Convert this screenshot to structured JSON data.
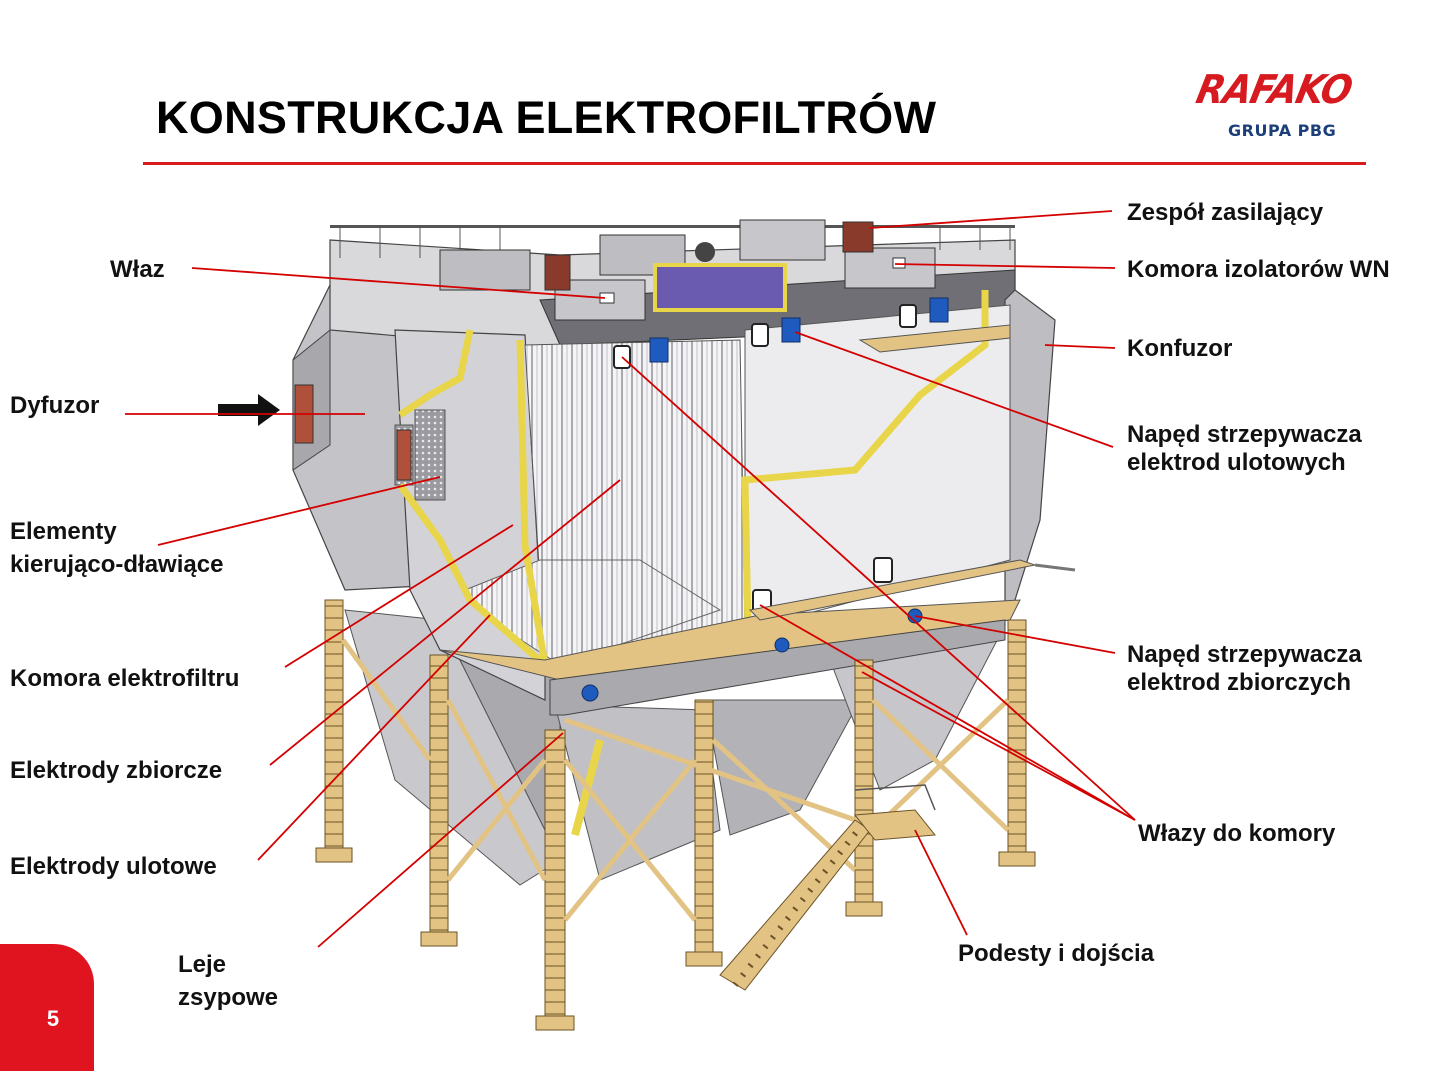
{
  "title": "KONSTRUKCJA ELEKTROFILTRÓW",
  "logo": {
    "brand": "RAFAKO",
    "group": "GRUPA PBG"
  },
  "page_number": "5",
  "labels": {
    "zespol": "Zespół zasilający",
    "komora_izolatorow": "Komora izolatorów WN",
    "konfuzor": "Konfuzor",
    "naped_ulot_1": "Napęd strzepywacza",
    "naped_ulot_2": "elektrod ulotowych",
    "naped_zbior_1": "Napęd strzepywacza",
    "naped_zbior_2": "elektrod zbiorczych",
    "wlazy": "Włazy do komory",
    "podesty": "Podesty i dojścia",
    "wlaz": "Właz",
    "dyfuzor": "Dyfuzor",
    "elementy_1": "Elementy",
    "elementy_2": "kierująco-dławiące",
    "komora": "Komora elektrofiltru",
    "zbiorcze": "Elektrody zbiorcze",
    "ulotowe": "Elektrody ulotowe",
    "leje_1": "Leje",
    "leje_2": "zsypowe"
  },
  "colors": {
    "accent_red": "#d71920",
    "leader_line": "#d40000",
    "steel_light": "#d9d9dc",
    "steel_mid": "#b9b9bd",
    "steel_dark": "#8f8f94",
    "insulation_yellow": "#e8d54a",
    "support_tan": "#e2c384",
    "drive_blue": "#1f5bbf"
  }
}
